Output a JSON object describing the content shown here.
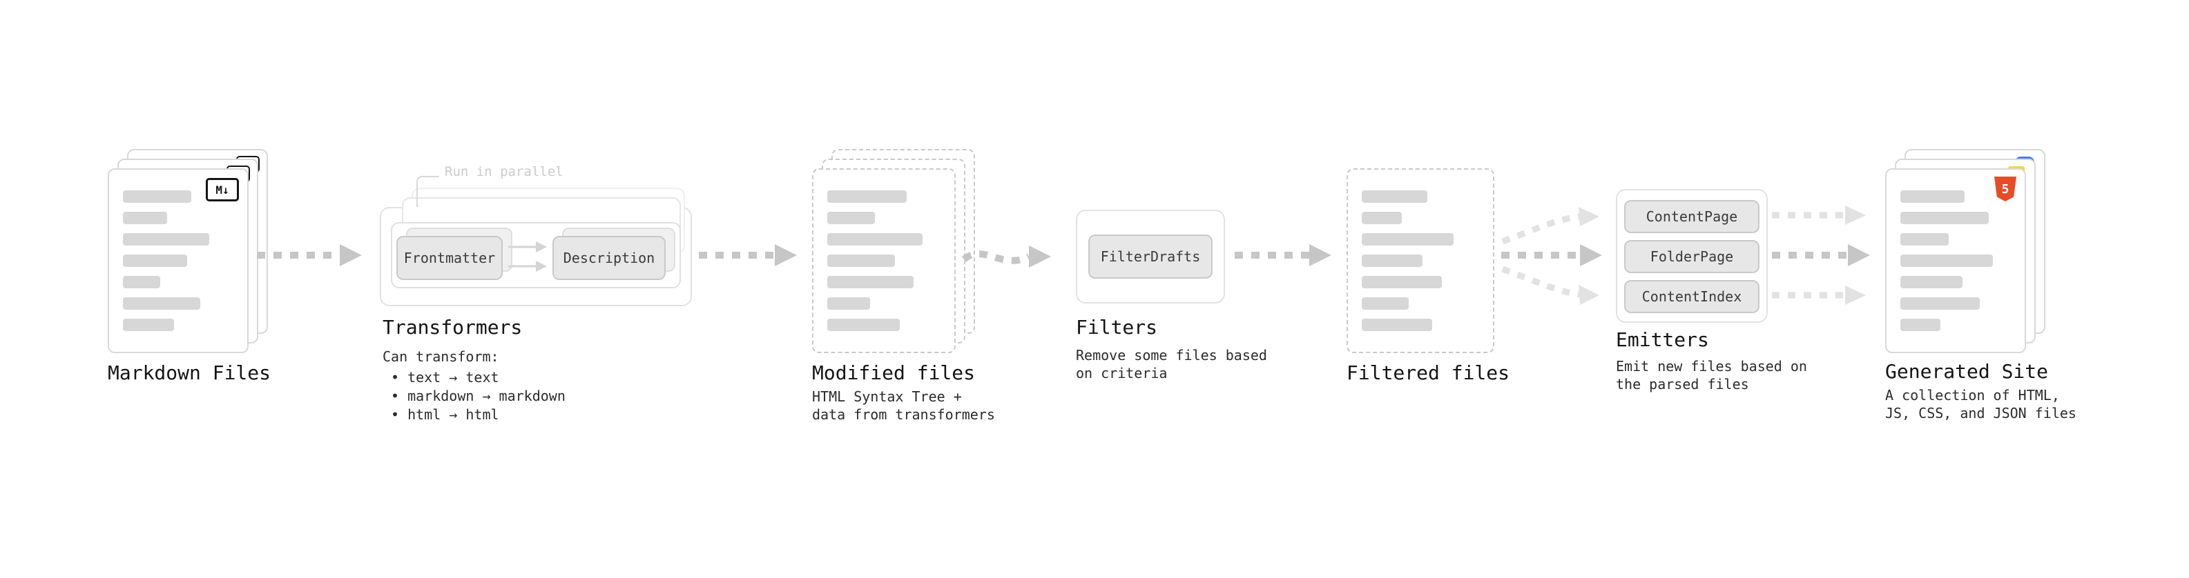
{
  "nodes": {
    "markdown_files": {
      "label": "Markdown Files",
      "badge": "M↓"
    },
    "transformers": {
      "label": "Transformers",
      "annotation": "Run in parallel",
      "steps": [
        "Frontmatter",
        "Description"
      ],
      "caption_title": "Can transform:",
      "caption_items": [
        "• text → text",
        "• markdown → markdown",
        "• html → html"
      ]
    },
    "modified_files": {
      "label": "Modified files",
      "caption": "HTML Syntax Tree +\ndata from transformers"
    },
    "filters": {
      "label": "Filters",
      "items": [
        "FilterDrafts"
      ],
      "caption": "Remove some files based\non criteria"
    },
    "filtered_files": {
      "label": "Filtered files"
    },
    "emitters": {
      "label": "Emitters",
      "items": [
        "ContentPage",
        "FolderPage",
        "ContentIndex"
      ],
      "caption": "Emit new files based on\nthe parsed files"
    },
    "generated_site": {
      "label": "Generated Site",
      "badge": "5",
      "caption": "A collection of HTML,\nJS, CSS, and JSON files"
    }
  },
  "colors": {
    "html5_orange": "#e44d26",
    "js_yellow": "#f5d83c",
    "css_blue": "#4d7ce8"
  }
}
